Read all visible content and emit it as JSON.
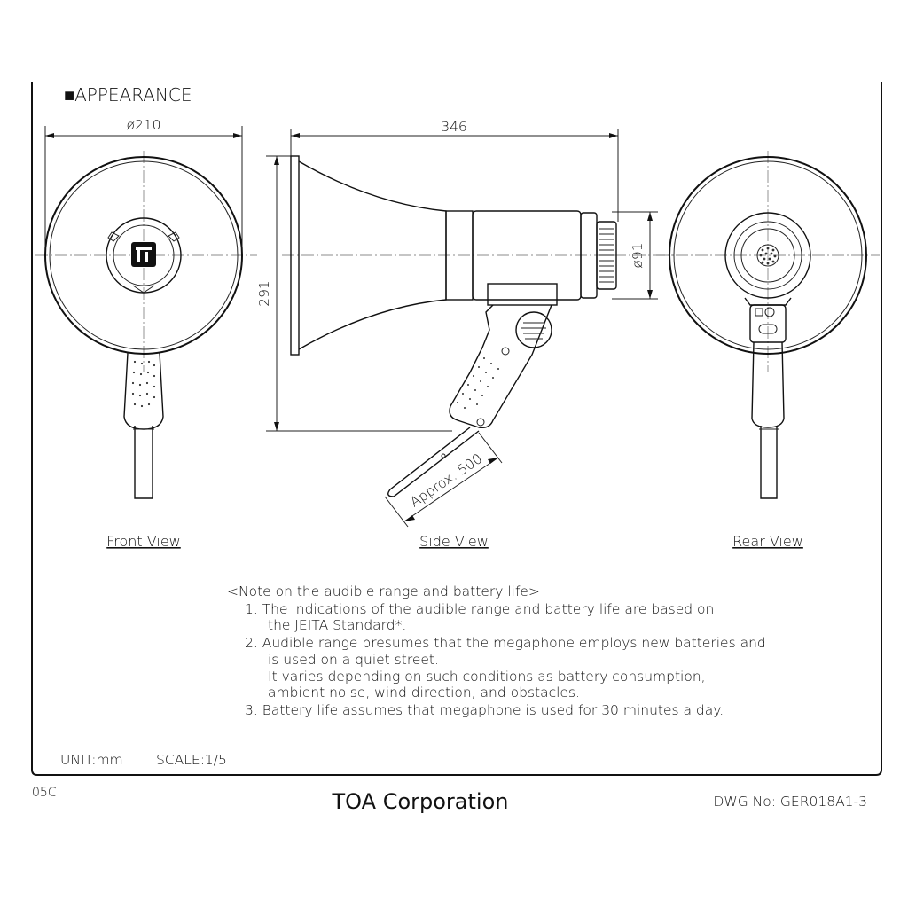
{
  "section_title": "■APPEARANCE",
  "dimensions": {
    "front_diameter": "ø210",
    "side_length": "346",
    "side_height": "291",
    "side_diameter": "ø91",
    "strap_length": "Approx. 500"
  },
  "views": {
    "front": "Front View",
    "side": "Side View",
    "rear": "Rear View"
  },
  "notes": {
    "heading": "<Note on the audible range and battery life>",
    "lines": [
      "1. The indications of the audible range and battery life are based on",
      "the JEITA Standard*.",
      "2. Audible range presumes that the megaphone employs new batteries and",
      "is used on a quiet street.",
      "It varies depending on such conditions as battery consumption,",
      "ambient noise, wind direction, and obstacles.",
      "3. Battery life assumes that megaphone is used for 30 minutes a day."
    ]
  },
  "unit": "UNIT:mm",
  "scale": "SCALE:1/5",
  "revision": "05C",
  "company": "TOA Corporation",
  "drawing_number": "DWG No: GER018A1-3",
  "colors": {
    "line": "#111111",
    "background": "#ffffff"
  }
}
